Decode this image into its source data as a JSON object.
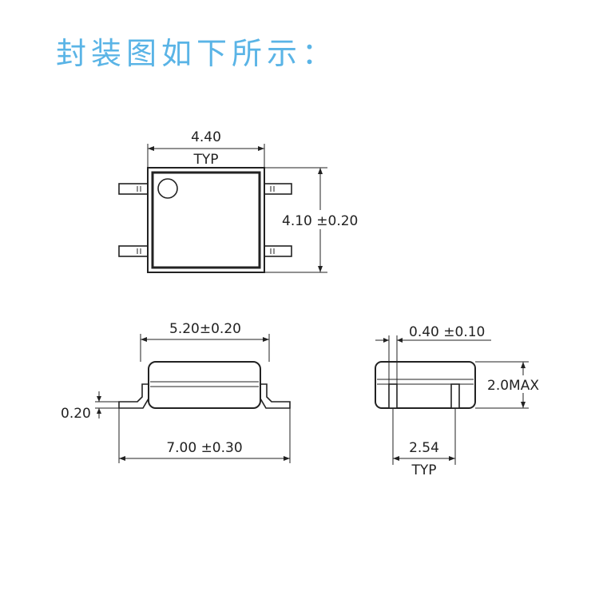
{
  "title": "封装图如下所示：",
  "colors": {
    "title": "#5ab4e6",
    "line": "#222222"
  },
  "top_view": {
    "width_label": "4.40",
    "width_sub": "TYP",
    "height_label": "4.10 ±0.20"
  },
  "side_view": {
    "body_label": "5.20±0.20",
    "total_label": "7.00 ±0.30",
    "lead_thickness_label": "0.20"
  },
  "end_view": {
    "lead_width_label": "0.40 ±0.10",
    "height_label": "2.0MAX",
    "pitch_label": "2.54",
    "pitch_sub": "TYP"
  }
}
